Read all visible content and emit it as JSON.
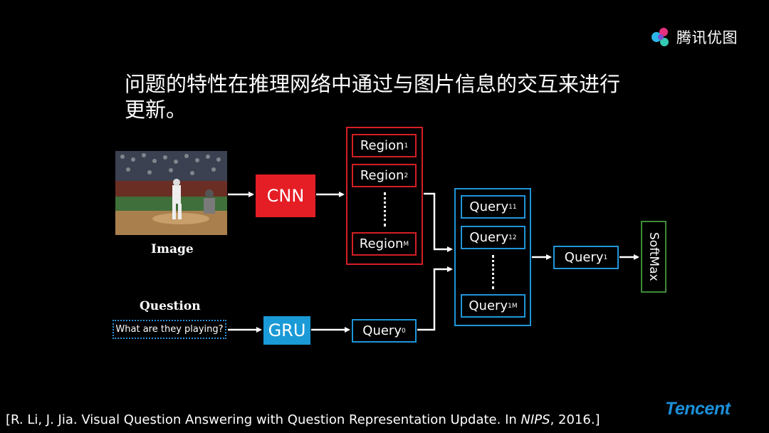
{
  "brand": {
    "name": "腾讯优图",
    "icon": "youtu-logo-icon"
  },
  "title": "问题的特性在推理网络中通过与图片信息的交互来进行更新。",
  "diagram": {
    "image_caption": "Image",
    "question_caption": "Question",
    "question_text": "What are they playing?",
    "cnn_label": "CNN",
    "gru_label": "GRU",
    "regions": [
      {
        "base": "Region",
        "sub": "1"
      },
      {
        "base": "Region",
        "sub": "2"
      },
      {
        "base": "Region",
        "sub": "M"
      }
    ],
    "query0": {
      "base": "Query",
      "sup": "0"
    },
    "queries": [
      {
        "base": "Query",
        "sup": "1",
        "sub": "1"
      },
      {
        "base": "Query",
        "sup": "1",
        "sub": "2"
      },
      {
        "base": "Query",
        "sup": "1",
        "sub": "M"
      }
    ],
    "query_final": {
      "base": "Query",
      "sup": "1"
    },
    "softmax_label": "SoftMax",
    "colors": {
      "red": "#e51d25",
      "blue": "#1a9ad6",
      "green": "#3e8b35"
    }
  },
  "citation": {
    "prefix": "[R. Li, J. Jia. Visual Question Answering with Question Representation Update. In ",
    "venue": "NIPS",
    "suffix": ", 2016.]"
  },
  "footer_logo": "Tencent"
}
